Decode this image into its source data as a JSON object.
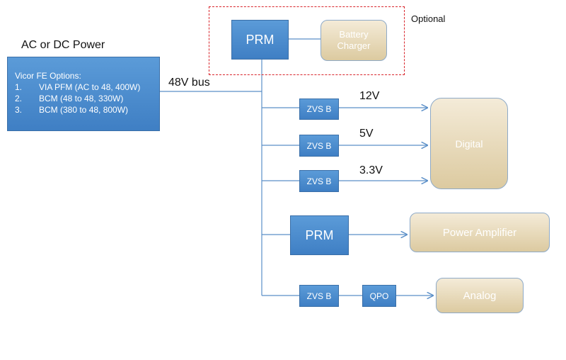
{
  "source": {
    "title": "AC or DC Power",
    "heading": "Vicor FE Options:",
    "options": [
      {
        "num": "1.",
        "text": "VIA PFM (AC to 48, 400W)"
      },
      {
        "num": "2.",
        "text": "BCM (48  to  48, 330W)"
      },
      {
        "num": "3.",
        "text": "BCM (380 to 48, 800W)"
      }
    ]
  },
  "bus_label": "48V bus",
  "optional": {
    "label": "Optional",
    "prm": "PRM",
    "charger": "Battery Charger"
  },
  "channels": [
    {
      "converter": "ZVS B",
      "voltage": "12V"
    },
    {
      "converter": "ZVS B",
      "voltage": "5V"
    },
    {
      "converter": "ZVS B",
      "voltage": "3.3V"
    },
    {
      "converter": "PRM"
    },
    {
      "converter": "ZVS B",
      "extra": "QPO"
    }
  ],
  "loads": {
    "digital": "Digital",
    "power_amp": "Power Amplifier",
    "analog": "Analog"
  },
  "colors": {
    "block": "#4a8bce",
    "load": "#e8dcc0",
    "wire": "#5b8fc8",
    "dash": "#d9252b"
  }
}
